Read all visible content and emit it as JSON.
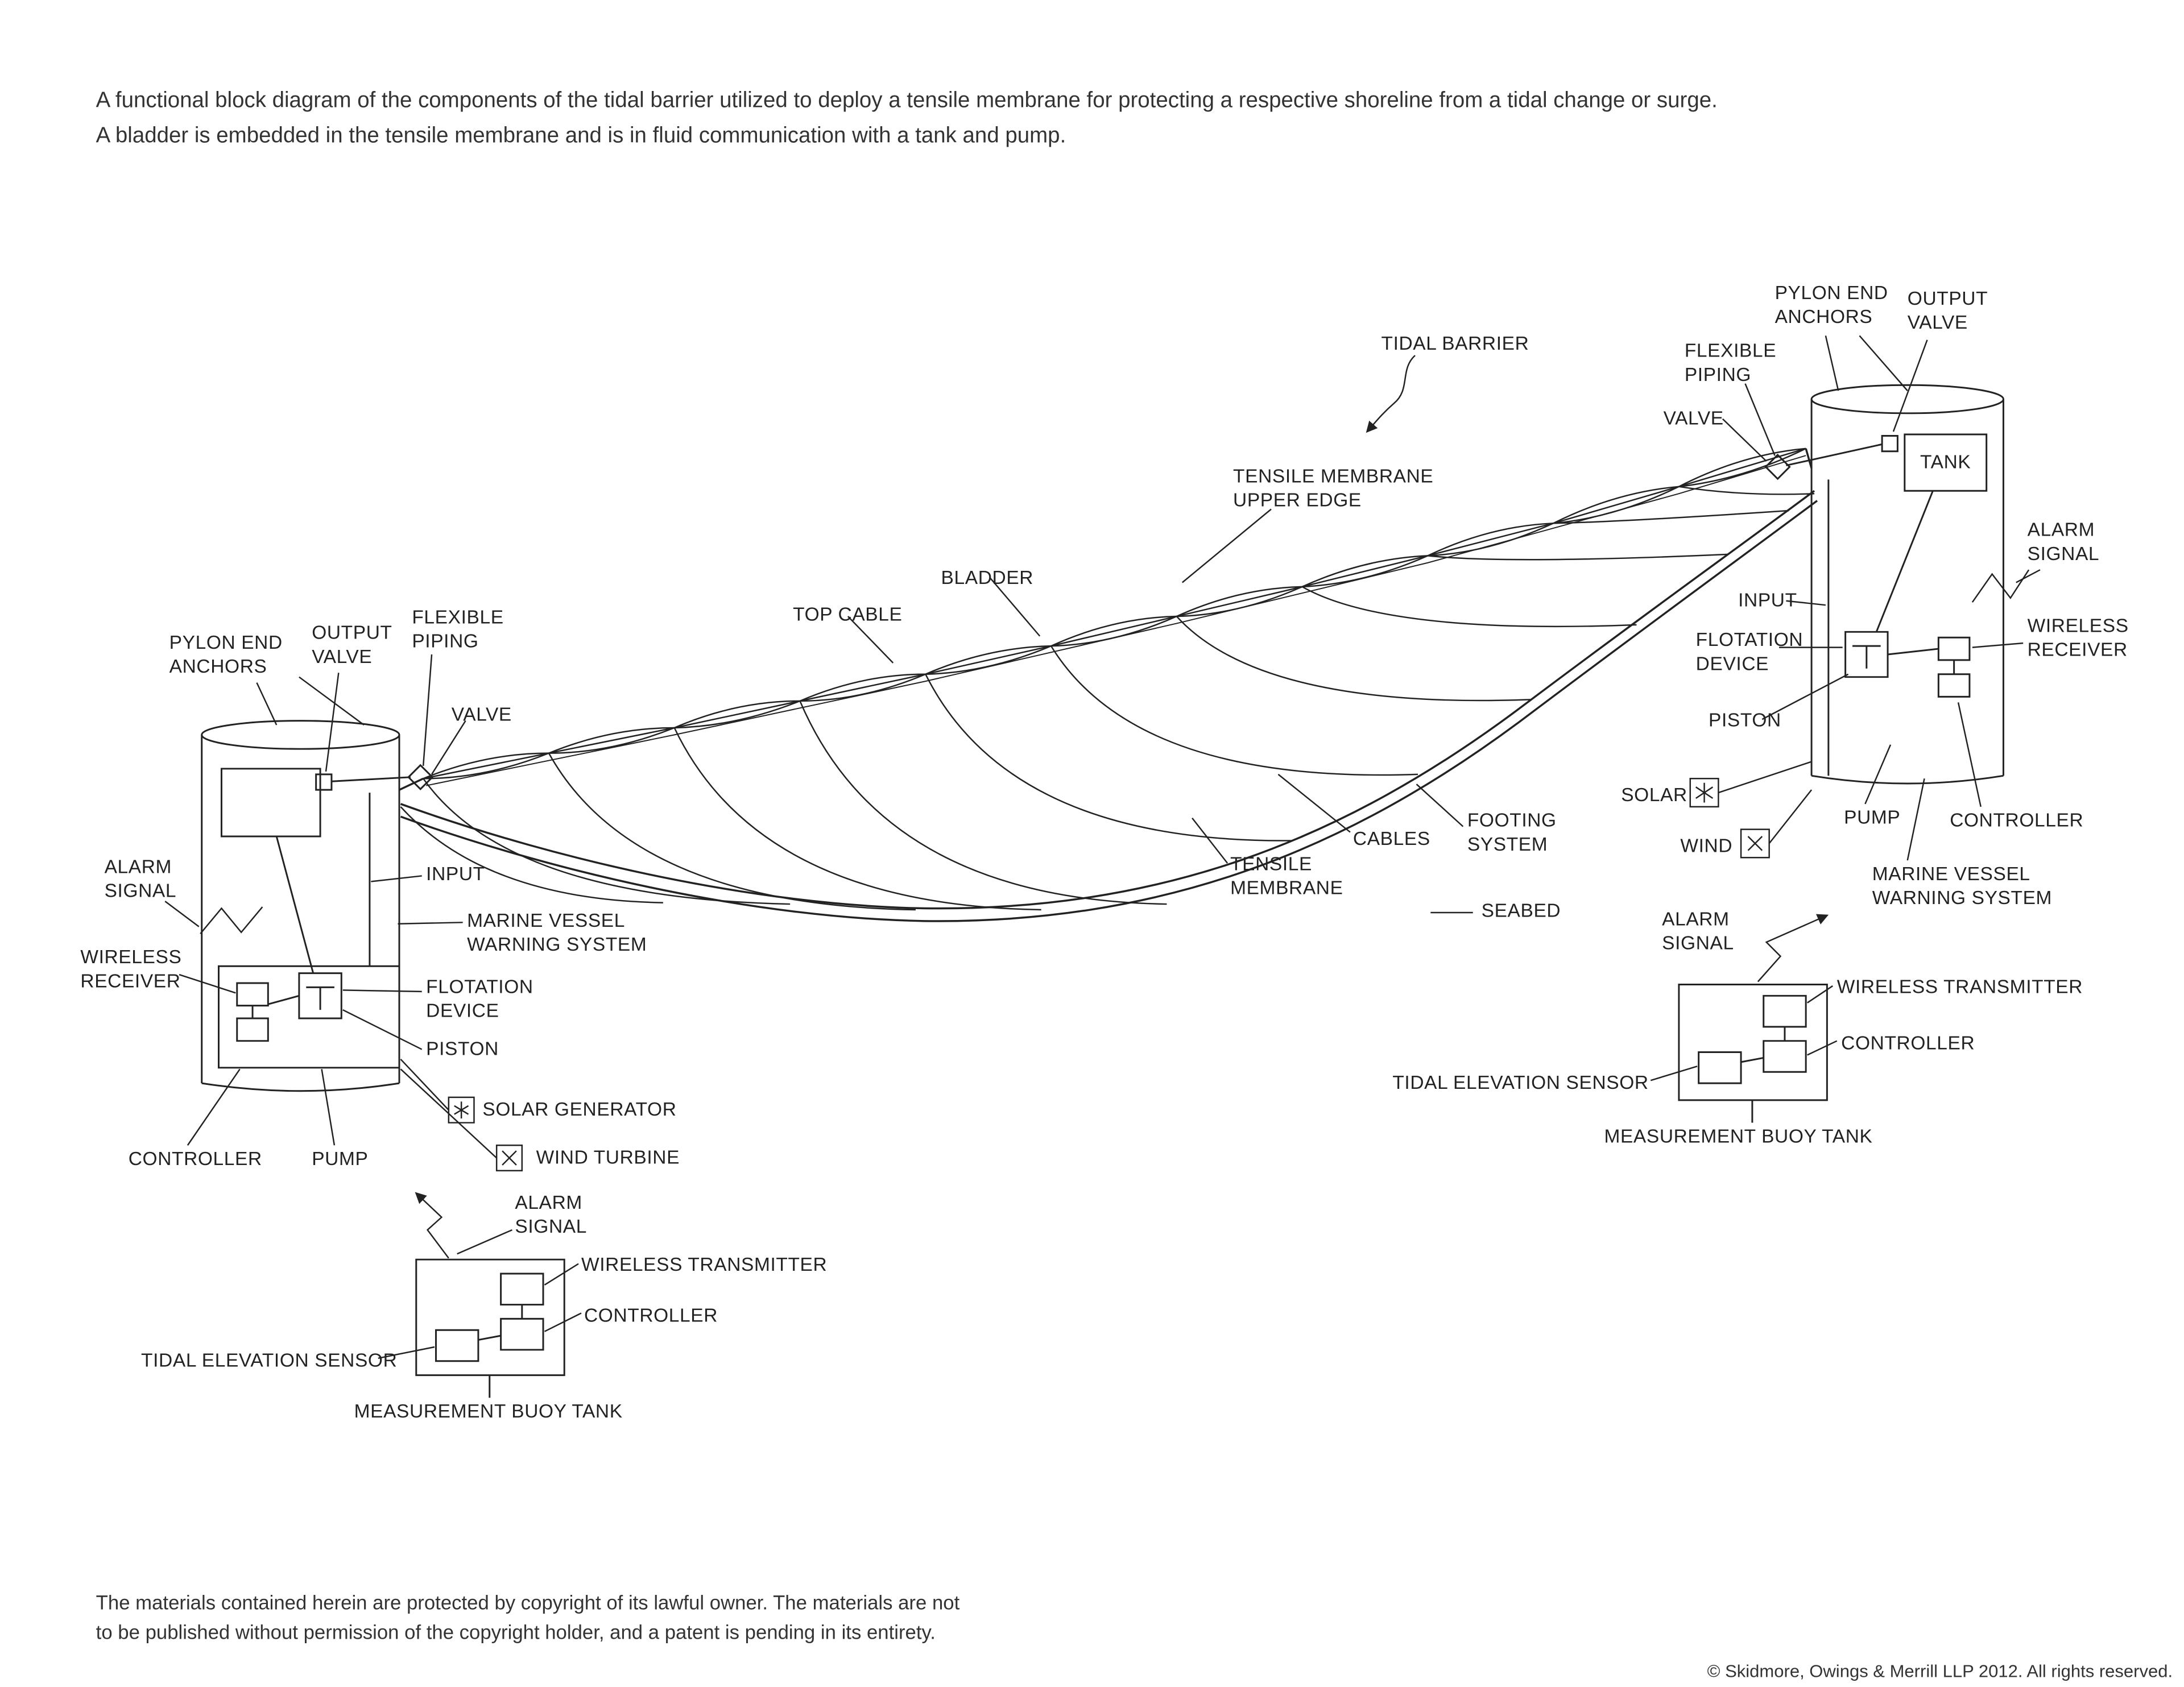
{
  "page": {
    "description": "A functional block diagram of the components of the tidal barrier utilized to deploy a tensile membrane for protecting a respective shoreline from a tidal change or surge.\nA bladder is embedded in the tensile membrane and is in fluid communication with a tank and pump.",
    "copyright_notice": "The materials contained herein are protected by copyright of its lawful owner. The materials are not\nto be published without permission of the copyright holder, and a patent is pending in its entirety.",
    "rights": "© Skidmore, Owings & Merrill LLP 2012. All rights reserved."
  },
  "colors": {
    "line": "#222222",
    "background": "#ffffff",
    "text": "#222222"
  },
  "labels": {
    "tidal_barrier": "TIDAL BARRIER",
    "tensile_membrane_upper_edge": "TENSILE MEMBRANE\nUPPER EDGE",
    "bladder": "BLADDER",
    "top_cable": "TOP CABLE",
    "cables": "CABLES",
    "tensile_membrane": "TENSILE\nMEMBRANE",
    "footing_system": "FOOTING\nSYSTEM",
    "seabed": "SEABED",
    "left_pylon": {
      "pylon_end_anchors": "PYLON END\nANCHORS",
      "output_valve": "OUTPUT\nVALVE",
      "flexible_piping": "FLEXIBLE\nPIPING",
      "valve": "VALVE",
      "alarm_signal": "ALARM\nSIGNAL",
      "wireless_receiver": "WIRELESS\nRECEIVER",
      "input": "INPUT",
      "marine_vessel_warning_system": "MARINE VESSEL\nWARNING SYSTEM",
      "flotation_device": "FLOTATION\nDEVICE",
      "piston": "PISTON",
      "solar_generator": "SOLAR GENERATOR",
      "wind_turbine": "WIND TURBINE",
      "controller": "CONTROLLER",
      "pump": "PUMP"
    },
    "right_pylon": {
      "pylon_end_anchors": "PYLON END\nANCHORS",
      "output_valve": "OUTPUT\nVALVE",
      "flexible_piping": "FLEXIBLE\nPIPING",
      "valve": "VALVE",
      "tank": "TANK",
      "alarm_signal": "ALARM\nSIGNAL",
      "wireless_receiver": "WIRELESS\nRECEIVER",
      "input": "INPUT",
      "flotation_device": "FLOTATION\nDEVICE",
      "piston": "PISTON",
      "solar": "SOLAR",
      "wind": "WIND",
      "pump": "PUMP",
      "controller": "CONTROLLER",
      "marine_vessel_warning_system": "MARINE VESSEL\nWARNING SYSTEM"
    },
    "left_buoy": {
      "alarm_signal": "ALARM\nSIGNAL",
      "wireless_transmitter": "WIRELESS TRANSMITTER",
      "controller": "CONTROLLER",
      "tidal_elevation_sensor": "TIDAL ELEVATION SENSOR",
      "measurement_buoy_tank": "MEASUREMENT BUOY TANK"
    },
    "right_buoy": {
      "alarm_signal": "ALARM\nSIGNAL",
      "wireless_transmitter": "WIRELESS TRANSMITTER",
      "controller": "CONTROLLER",
      "tidal_elevation_sensor": "TIDAL ELEVATION SENSOR",
      "measurement_buoy_tank": "MEASUREMENT BUOY TANK"
    }
  }
}
